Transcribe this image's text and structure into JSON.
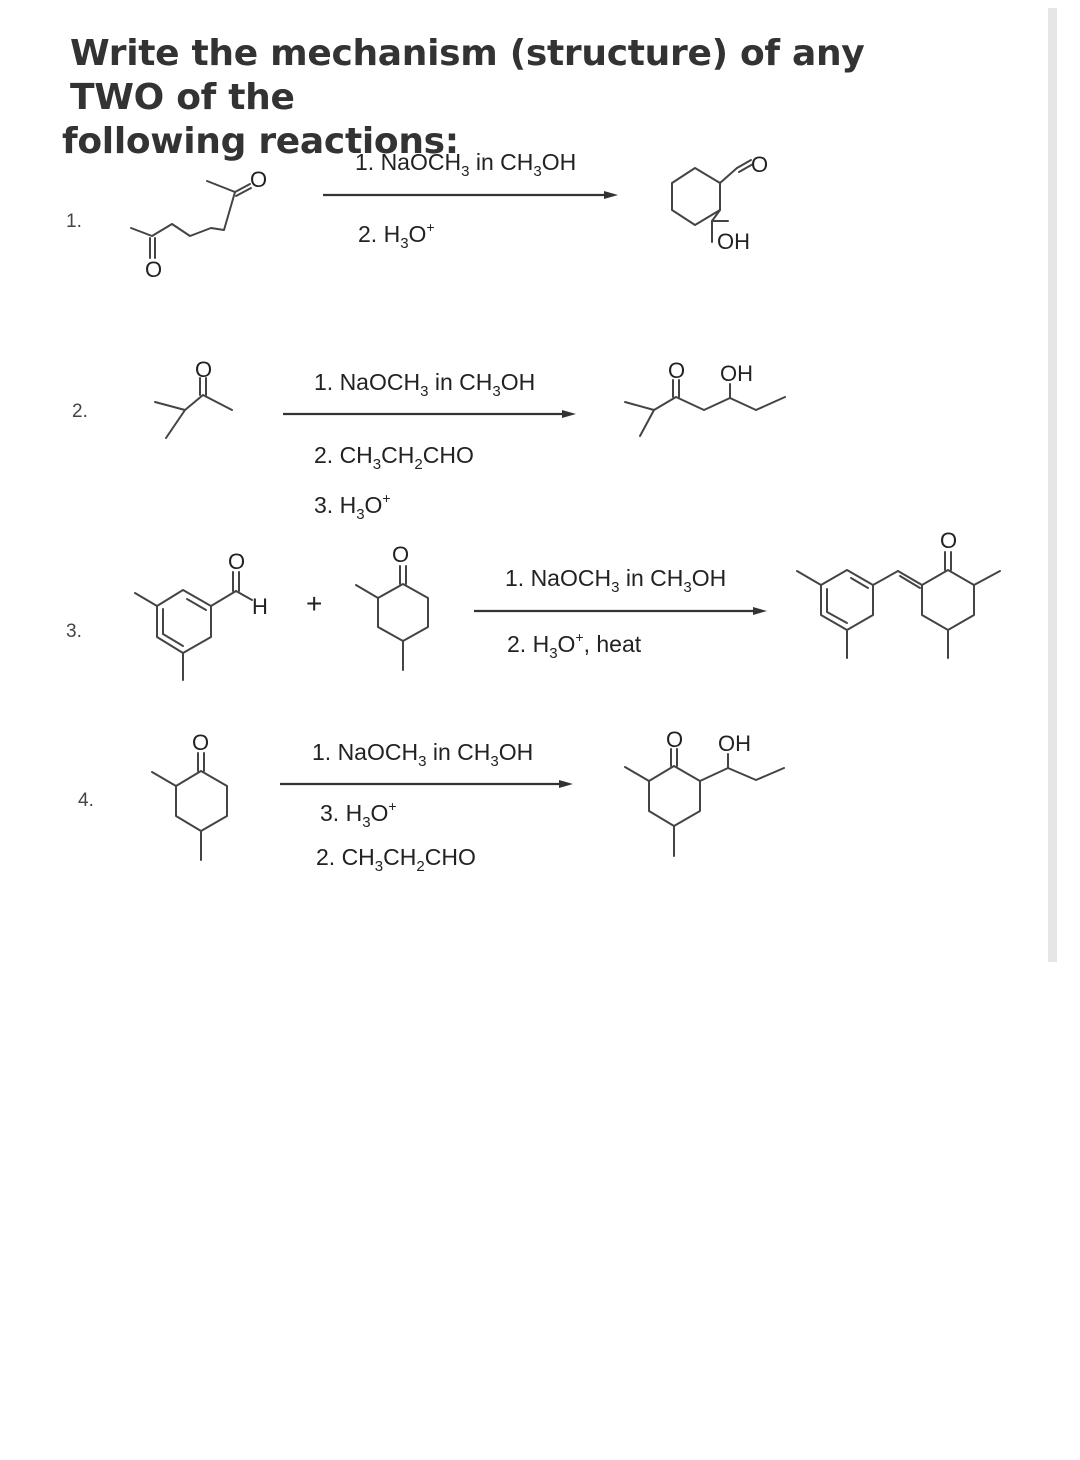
{
  "title": {
    "line1": "Write the mechanism (structure) of any TWO of the",
    "line2": "following reactions:"
  },
  "reactions": [
    {
      "number": "1.",
      "reagents": [
        {
          "pre": "1. NaOCH",
          "sub": "3",
          "post": " in CH",
          "sub2": "3",
          "post2": "OH"
        },
        {
          "pre": "2. H",
          "sub": "3",
          "post": "O",
          "sup": "+"
        }
      ],
      "atoms": {
        "o_reactant_a": "O",
        "o_reactant_b": "O",
        "o_product": "O",
        "oh_product": "OH"
      }
    },
    {
      "number": "2.",
      "reagents": [
        {
          "pre": "1. NaOCH",
          "sub": "3",
          "post": " in CH",
          "sub2": "3",
          "post2": "OH"
        },
        {
          "pre": "2. CH",
          "sub": "3",
          "post": "CH",
          "sub2": "2",
          "post2": "CHO"
        },
        {
          "pre": "3. H",
          "sub": "3",
          "post": "O",
          "sup": "+"
        }
      ],
      "atoms": {
        "o_reactant": "O",
        "o_product": "O",
        "oh_product": "OH"
      }
    },
    {
      "number": "3.",
      "plus": "+",
      "reagents": [
        {
          "pre": "1. NaOCH",
          "sub": "3",
          "post": " in CH",
          "sub2": "3",
          "post2": "OH"
        },
        {
          "pre": "2. H",
          "sub": "3",
          "post": "O",
          "sup": "+",
          "tail": ", heat"
        }
      ],
      "atoms": {
        "o_aldehyde": "O",
        "h_aldehyde": "H",
        "o_ketone": "O",
        "o_product": "O"
      }
    },
    {
      "number": "4.",
      "reagents": [
        {
          "pre": "1. NaOCH",
          "sub": "3",
          "post": " in CH",
          "sub2": "3",
          "post2": "OH"
        },
        {
          "pre": "3. H",
          "sub": "3",
          "post": "O",
          "sup": "+"
        },
        {
          "pre": "2. CH",
          "sub": "3",
          "post": "CH",
          "sub2": "2",
          "post2": "CHO"
        }
      ],
      "atoms": {
        "o_reactant": "O",
        "o_product": "O",
        "oh_product": "OH"
      }
    }
  ],
  "colors": {
    "text": "#222222",
    "title": "#333333",
    "bond": "#444444",
    "scrollbar": "#e6e6e6"
  }
}
